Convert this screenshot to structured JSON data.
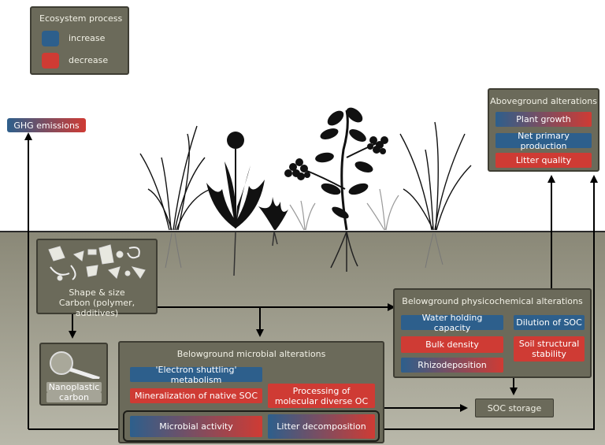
{
  "legend": {
    "title": "Ecosystem process",
    "increase": "increase",
    "decrease": "decrease",
    "increase_color": "#2d5f8c",
    "decrease_color": "#cf3b34"
  },
  "ghg": {
    "label": "GHG emissions"
  },
  "aboveground": {
    "title": "Aboveground alterations",
    "items": [
      "Plant growth",
      "Net primary production",
      "Litter quality"
    ]
  },
  "plastic": {
    "label_line1": "Shape & size",
    "label_line2": "Carbon (polymer, additives)"
  },
  "nano": {
    "line1": "Nanoplastic",
    "line2": "carbon"
  },
  "physico": {
    "title": "Belowground physicochemical alterations",
    "items": [
      "Water holding capacity",
      "Dilution of SOC",
      "Bulk density",
      "Soil structural stability",
      "Rhizodeposition"
    ]
  },
  "microbial": {
    "title": "Belowground  microbial alterations",
    "items": [
      "'Electron shuttling' metabolism",
      "Mineralization of native SOC",
      "Processing of molecular diverse OC",
      "Microbial activity",
      "Litter decomposition"
    ]
  },
  "soc": {
    "label": "SOC storage"
  }
}
